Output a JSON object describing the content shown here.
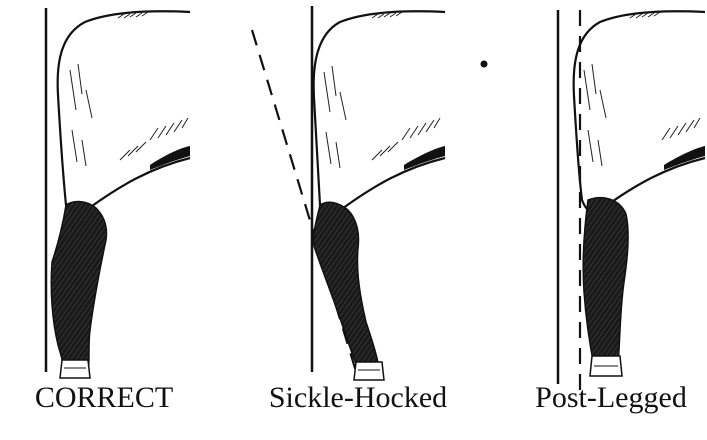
{
  "panels": [
    {
      "id": "correct",
      "caption": "CORRECT"
    },
    {
      "id": "sickle-hocked",
      "caption": "Sickle-Hocked"
    },
    {
      "id": "post-legged",
      "caption": "Post-Legged"
    }
  ],
  "colors": {
    "ink": "#111111",
    "paper": "#ffffff"
  }
}
